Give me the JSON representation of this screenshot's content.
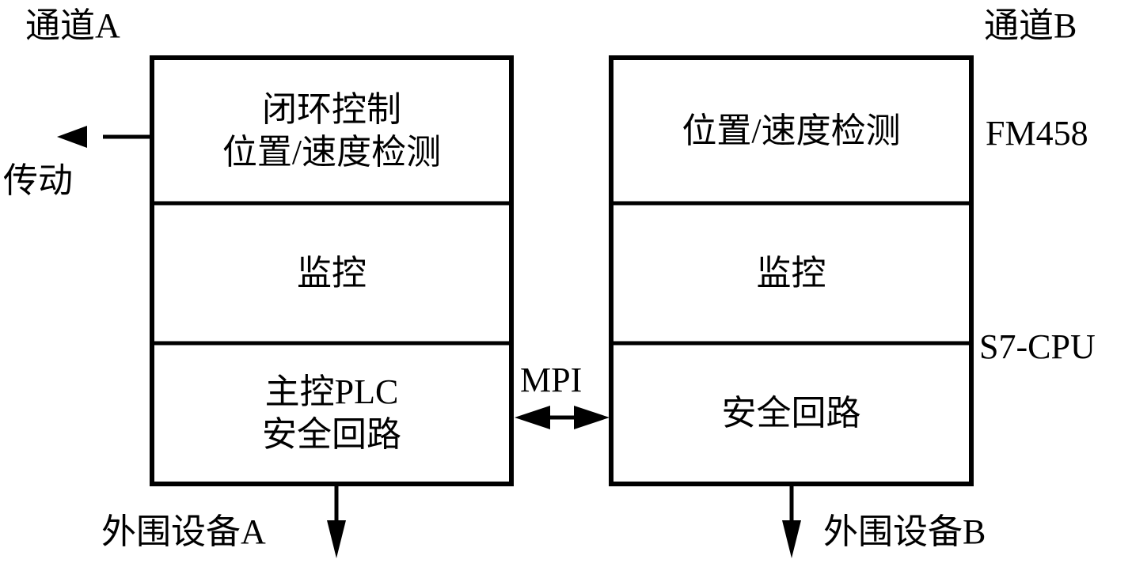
{
  "channel_a": {
    "title": "通道A",
    "blocks": [
      {
        "lines": [
          "闭环控制",
          "位置/速度检测"
        ]
      },
      {
        "lines": [
          "监控"
        ]
      },
      {
        "lines": [
          "主控PLC",
          "安全回路"
        ]
      }
    ],
    "output_left": "传动",
    "output_bottom": "外围设备A"
  },
  "channel_b": {
    "title": "通道B",
    "blocks": [
      {
        "lines": [
          "位置/速度检测"
        ]
      },
      {
        "lines": [
          "监控"
        ]
      },
      {
        "lines": [
          "安全回路"
        ]
      }
    ],
    "module_labels": {
      "top": "FM458",
      "bottom": "S7-CPU"
    },
    "output_bottom": "外围设备B"
  },
  "link": {
    "label": "MPI",
    "type": "bidirectional"
  },
  "colors": {
    "line": "#000000",
    "background": "#ffffff"
  }
}
